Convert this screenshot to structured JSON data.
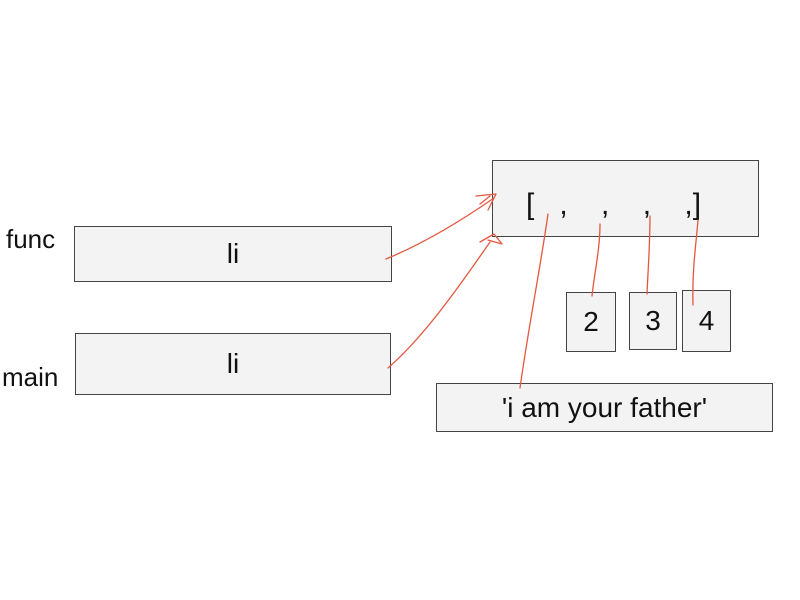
{
  "colors": {
    "box_fill": "#f3f3f3",
    "box_border": "#444444",
    "arrow": "#e4573f"
  },
  "frames": {
    "func_label": "func",
    "main_label": "main",
    "func_var": "li",
    "main_var": "li"
  },
  "list_object": {
    "text": "[   ,    ,    ,    ,]"
  },
  "elements": {
    "values": [
      "2",
      "3",
      "4"
    ],
    "string_value": "'i am your father'"
  }
}
